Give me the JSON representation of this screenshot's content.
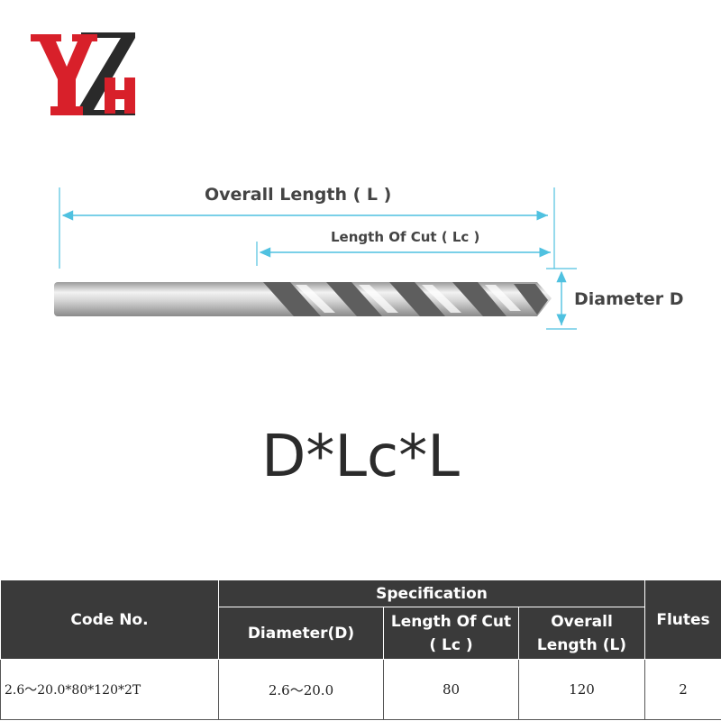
{
  "logo": {
    "letters": "YZH",
    "icon": "yzh-brand-logo",
    "colors": {
      "primary": "#d8202a",
      "secondary": "#2a2a2a"
    }
  },
  "drawing": {
    "overall_length_label": "Overall Length ( L )",
    "length_of_cut_label": "Length Of Cut ( Lc )",
    "diameter_label": "Diameter D",
    "dimension_line_color": "#4fc1e0",
    "tool_icon": "twist-drill-bit"
  },
  "formula": "D*Lc*L",
  "table": {
    "headers": {
      "code": "Code No.",
      "specification": "Specification",
      "diameter": "Diameter(D)",
      "length_of_cut_line1": "Length Of Cut",
      "length_of_cut_line2": "( Lc )",
      "overall_length_line1": "Overall",
      "overall_length_line2": "Length (L)",
      "flutes": "Flutes"
    },
    "rows": [
      {
        "code": "2.6～20.0*80*120*2T",
        "diameter": "2.6～20.0",
        "length_of_cut": "80",
        "overall_length": "120",
        "flutes": "2"
      }
    ]
  }
}
